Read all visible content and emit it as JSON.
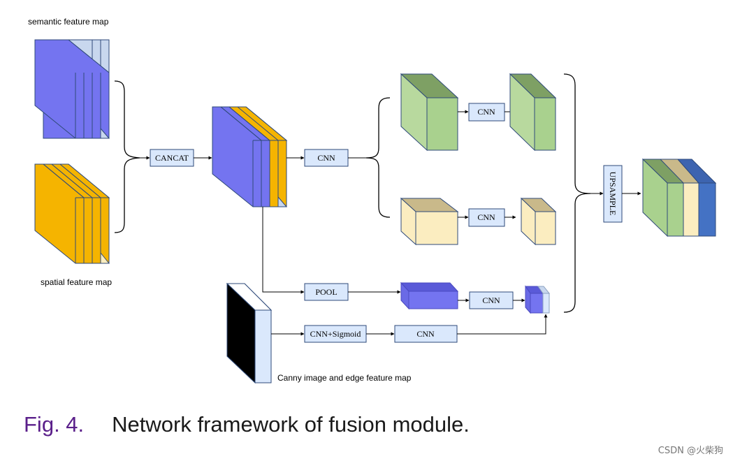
{
  "labels": {
    "semantic": "semantic feature map",
    "spatial": "spatial feature map",
    "canny": "Canny image and edge feature map"
  },
  "boxes": {
    "cancat": "CANCAT",
    "cnn_main": "CNN",
    "cnn_green": "CNN",
    "cnn_beige": "CNN",
    "pool": "POOL",
    "cnn_blue": "CNN",
    "cnn_sigmoid": "CNN+Sigmoid",
    "cnn_edge": "CNN",
    "upsample": "UPSAMPLE"
  },
  "caption": {
    "fig": "Fig. 4.",
    "text": "Network framework of fusion module."
  },
  "watermark": "CSDN @火柴狗",
  "colors": {
    "semantic": "#7474f0",
    "spatial": "#f5b400",
    "green_front": "#a9d18e",
    "green_top": "#7ea064",
    "beige_front": "#fbedc0",
    "beige_top": "#c9b98a",
    "box_fill": "#dae8fc",
    "box_stroke": "#2f4a7a"
  }
}
